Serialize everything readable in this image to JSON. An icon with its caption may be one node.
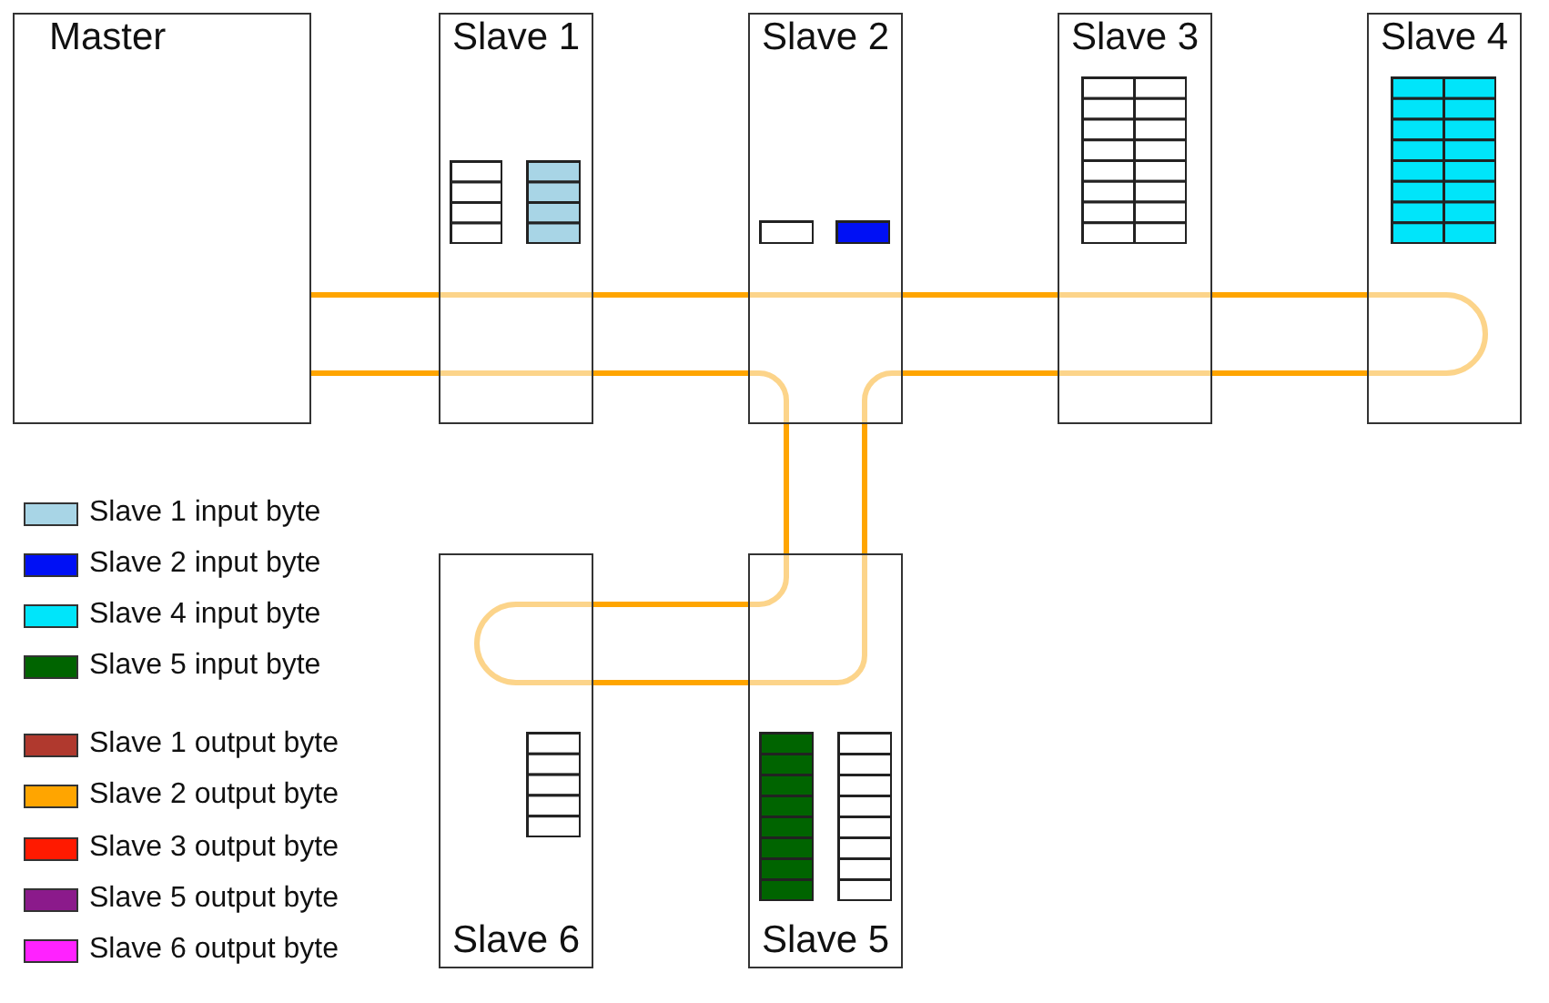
{
  "diagram": {
    "nodes": [
      {
        "text": [
          "Master"
        ]
      },
      {
        "text": [
          "Slave 1"
        ]
      },
      {
        "text": [
          "Slave 2"
        ]
      },
      {
        "text": [
          "Slave 3"
        ]
      },
      {
        "text": [
          "Slave 4"
        ]
      },
      {
        "text": [
          "Slave 6"
        ]
      },
      {
        "text": [
          "Slave 5"
        ]
      }
    ],
    "edges": [
      {
        "from": 0,
        "to": 1,
        "arrow": "none"
      },
      {
        "from": 1,
        "to": 2,
        "arrow": "none"
      },
      {
        "from": 2,
        "to": 3,
        "arrow": "none"
      },
      {
        "from": 3,
        "to": 4,
        "arrow": "none"
      },
      {
        "from": 4,
        "to": 3,
        "arrow": "none"
      },
      {
        "from": 3,
        "to": 2,
        "arrow": "none"
      },
      {
        "from": 2,
        "to": 6,
        "arrow": "none"
      },
      {
        "from": 6,
        "to": 5,
        "arrow": "none"
      },
      {
        "from": 5,
        "to": 6,
        "arrow": "none"
      },
      {
        "from": 6,
        "to": 2,
        "arrow": "none"
      },
      {
        "from": 2,
        "to": 1,
        "arrow": "none"
      },
      {
        "from": 1,
        "to": 0,
        "arrow": "none"
      }
    ],
    "legend": [
      {
        "text": "Slave 1 input byte",
        "color": "#a8d5e6"
      },
      {
        "text": "Slave 2 input byte",
        "color": "#0010f5"
      },
      {
        "text": "Slave 4 input byte",
        "color": "#00e5fa"
      },
      {
        "text": "Slave 5 input byte",
        "color": "#006400"
      },
      {
        "text": "Slave 1 output byte",
        "color": "#b0392e"
      },
      {
        "text": "Slave 2 output byte",
        "color": "#ffa500"
      },
      {
        "text": "Slave 3 output byte",
        "color": "#ff1a00"
      },
      {
        "text": "Slave 5 output byte",
        "color": "#8b1a8b"
      },
      {
        "text": "Slave 6 output byte",
        "color": "#ff22ff"
      }
    ]
  }
}
